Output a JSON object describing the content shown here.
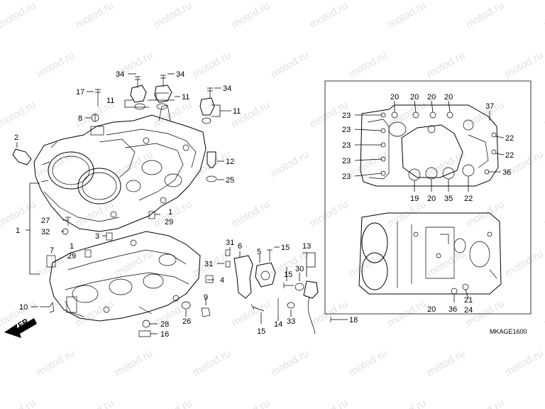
{
  "watermark": {
    "text": "motod.ru",
    "color": "#c9c9c9"
  },
  "diagram_code": "MKAGE1600",
  "direction_label": "FR.",
  "callouts": {
    "c34a": "34",
    "c34b": "34",
    "c34c": "34",
    "c17": "17",
    "c11a": "11",
    "c11b": "11",
    "c11c": "11",
    "c8": "8",
    "c2": "2",
    "c12": "12",
    "c25": "25",
    "c1a": "1",
    "c27": "27",
    "c32": "32",
    "c3": "3",
    "c29a": "29",
    "c1b": "1",
    "c7": "7",
    "c1c": "1",
    "c29b": "29",
    "c10": "10",
    "c28": "28",
    "c16": "16",
    "c26": "26",
    "c9": "9",
    "c4": "4",
    "c31a": "31",
    "c31b": "31",
    "c6": "6",
    "c5": "5",
    "c15a": "15",
    "c15b": "15",
    "c15c": "15",
    "c13": "13",
    "c30": "30",
    "c14": "14",
    "c33": "33",
    "c18": "18",
    "r20a": "20",
    "r20b": "20",
    "r20c": "20",
    "r20d": "20",
    "r37": "37",
    "r23a": "23",
    "r23b": "23",
    "r23c": "23",
    "r23d": "23",
    "r23e": "23",
    "r22a": "22",
    "r22b": "22",
    "r36a": "36",
    "r19": "19",
    "r20e": "20",
    "r35": "35",
    "r22c": "22",
    "r36b": "36",
    "r20f": "20",
    "r21": "21",
    "r24": "24"
  }
}
